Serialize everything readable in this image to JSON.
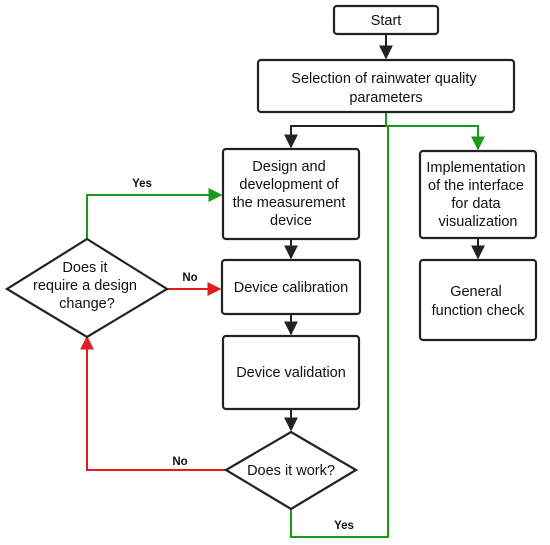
{
  "diagram": {
    "nodes": {
      "start": {
        "lines": [
          "Start"
        ]
      },
      "selection": {
        "lines": [
          "Selection of rainwater quality",
          "parameters"
        ]
      },
      "design": {
        "lines": [
          "Design and",
          "development of",
          "the measurement",
          "device"
        ]
      },
      "calibration": {
        "lines": [
          "Device calibration"
        ]
      },
      "validation": {
        "lines": [
          "Device validation"
        ]
      },
      "works_decision": {
        "lines": [
          "Does it work?"
        ]
      },
      "change_decision": {
        "lines": [
          "Does it",
          "require a design",
          "change?"
        ]
      },
      "interface": {
        "lines": [
          "Implementation",
          "of the interface",
          "for data",
          "visualization"
        ]
      },
      "general_check": {
        "lines": [
          "General",
          "function check"
        ]
      }
    },
    "edge_labels": {
      "yes_to_design": "Yes",
      "no_to_calibration": "No",
      "no_to_change": "No",
      "yes_to_interface": "Yes"
    },
    "colors": {
      "black": "#222222",
      "green": "#1a9a1a",
      "red": "#e01e1e"
    }
  }
}
